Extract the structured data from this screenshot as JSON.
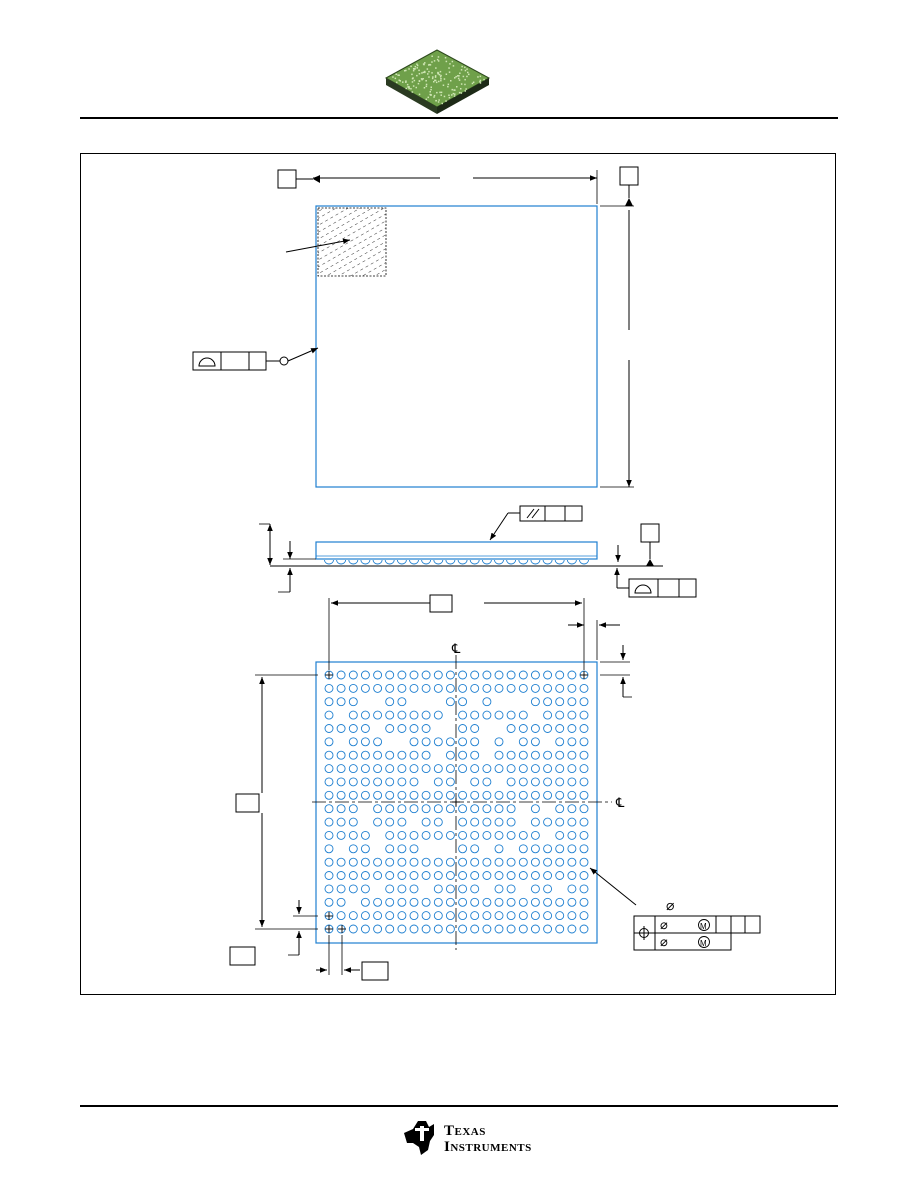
{
  "colors": {
    "outline": "#1e7fd0",
    "ink": "#000000",
    "package_green": "#6fa04a"
  },
  "bga": {
    "grid": [
      "1111111111111111111111",
      "1111111111111111111111",
      "1110011000110100011111",
      "1011111111011111101111",
      "1111011110011001111111",
      "1011100111111010110111",
      "1111111110111011111111",
      "1111111111111111111111",
      "1111111101101101111111",
      "1111111111111111111111",
      "1110111111111111010111",
      "1110111011011111011111",
      "1111011111111111110111",
      "1011011100011010111111",
      "1111111111111111111111",
      "1111111111111111111111",
      "1111011101111011011011",
      "1101111111111111111111",
      "1111111111111111111111",
      "1111111111111111111111"
    ]
  },
  "logo": {
    "line1": "Texas",
    "line2": "Instruments"
  }
}
